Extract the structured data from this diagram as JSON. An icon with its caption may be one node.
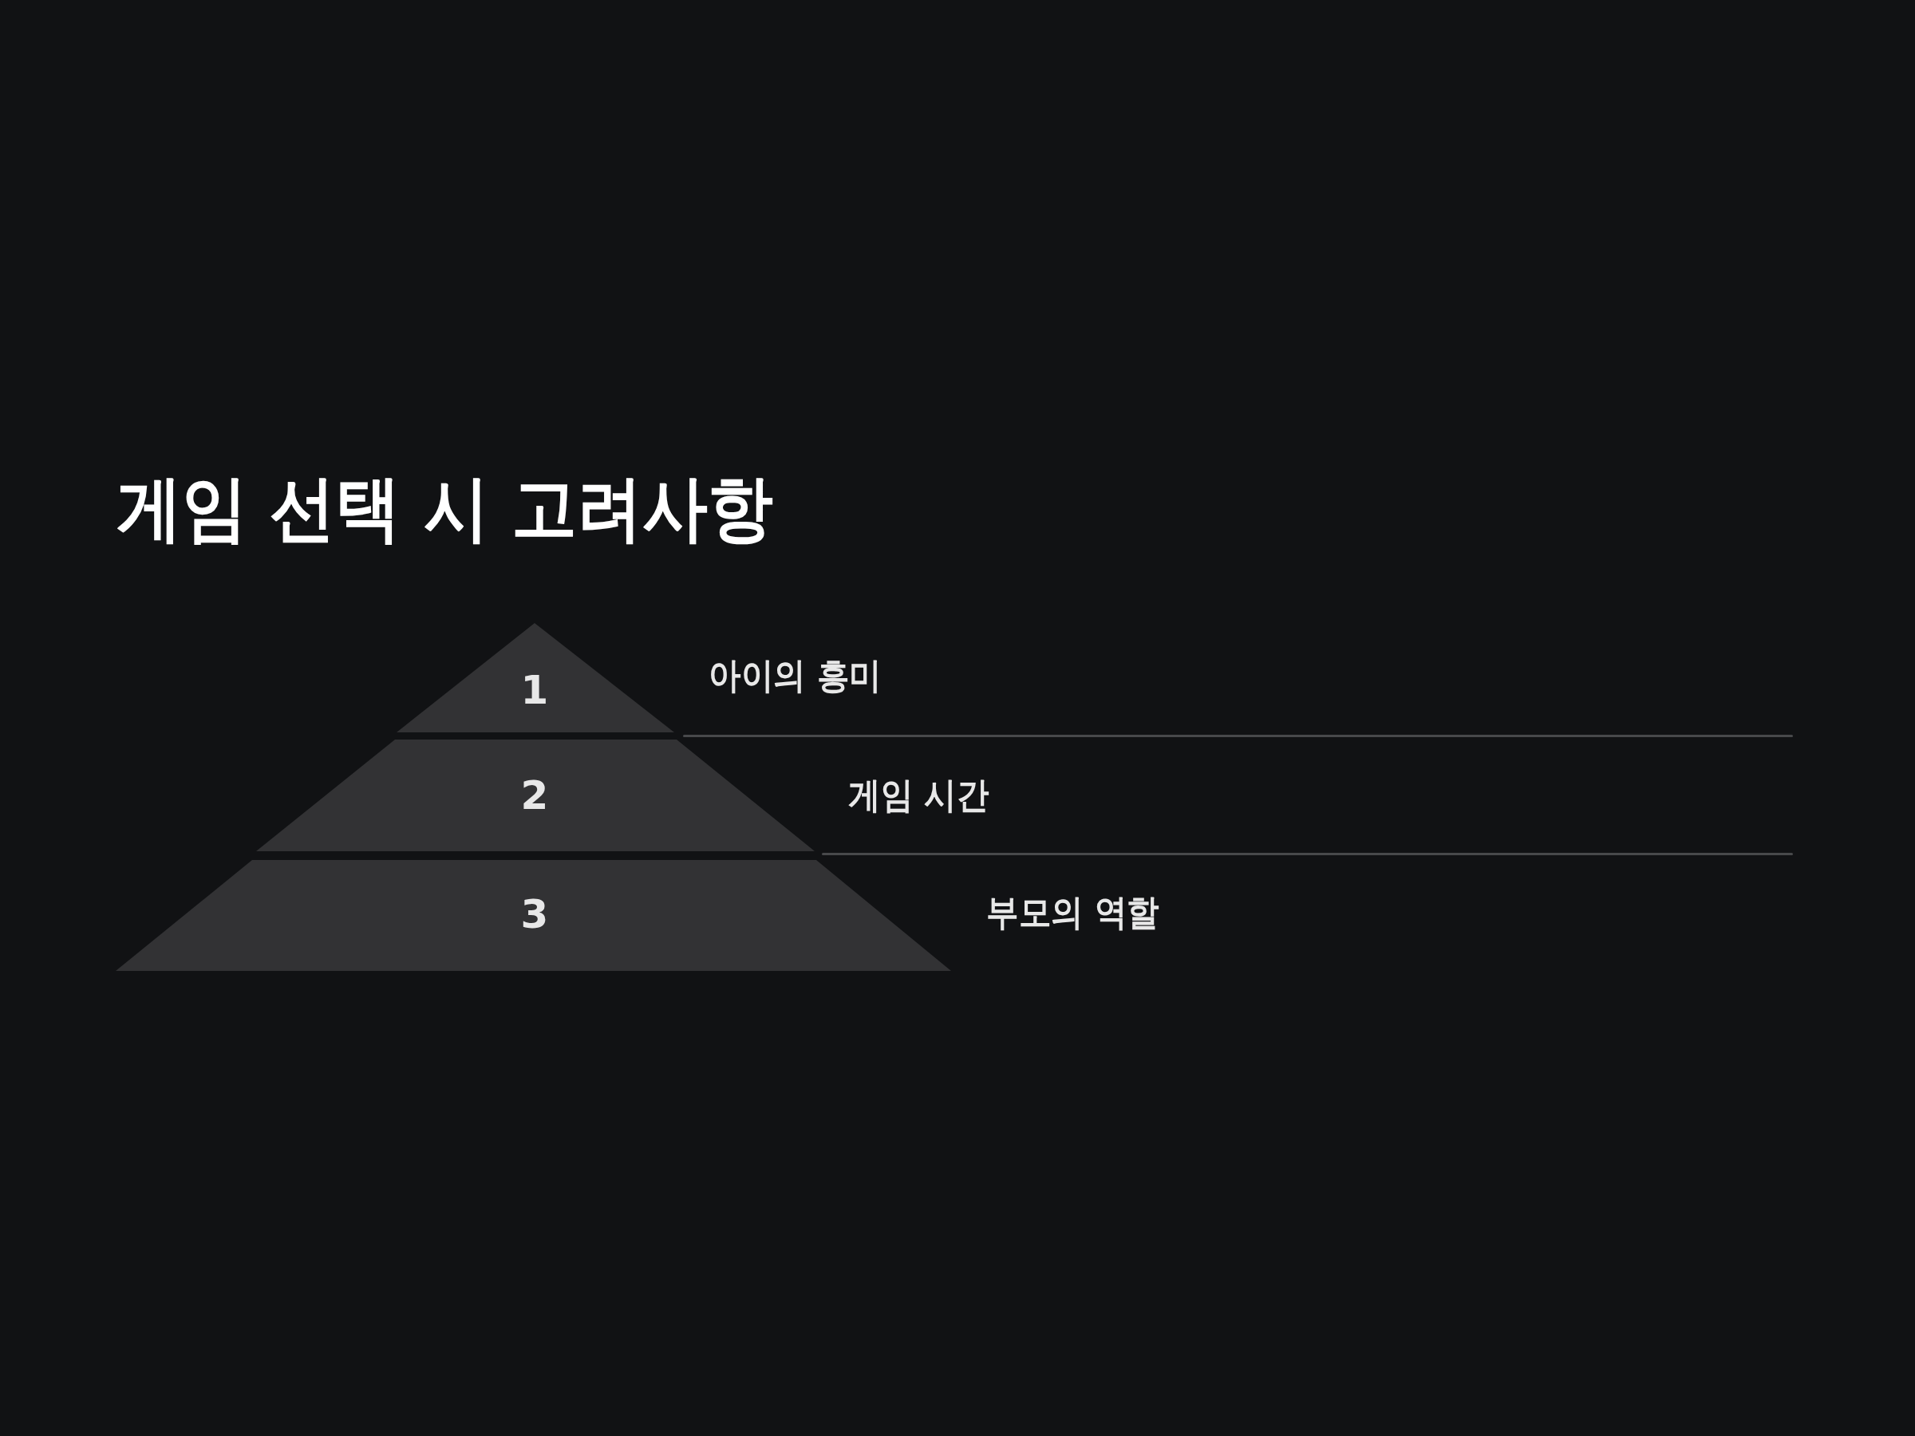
{
  "diagram": {
    "title": "게임 선택 시 고려사항",
    "nodes": [
      {
        "text": [
          "1"
        ],
        "beside": [
          "아이의 흥미"
        ]
      },
      {
        "text": [
          "2"
        ],
        "beside": [
          "게임 시간"
        ]
      },
      {
        "text": [
          "3"
        ],
        "beside": [
          "부모의 역할"
        ]
      }
    ]
  }
}
